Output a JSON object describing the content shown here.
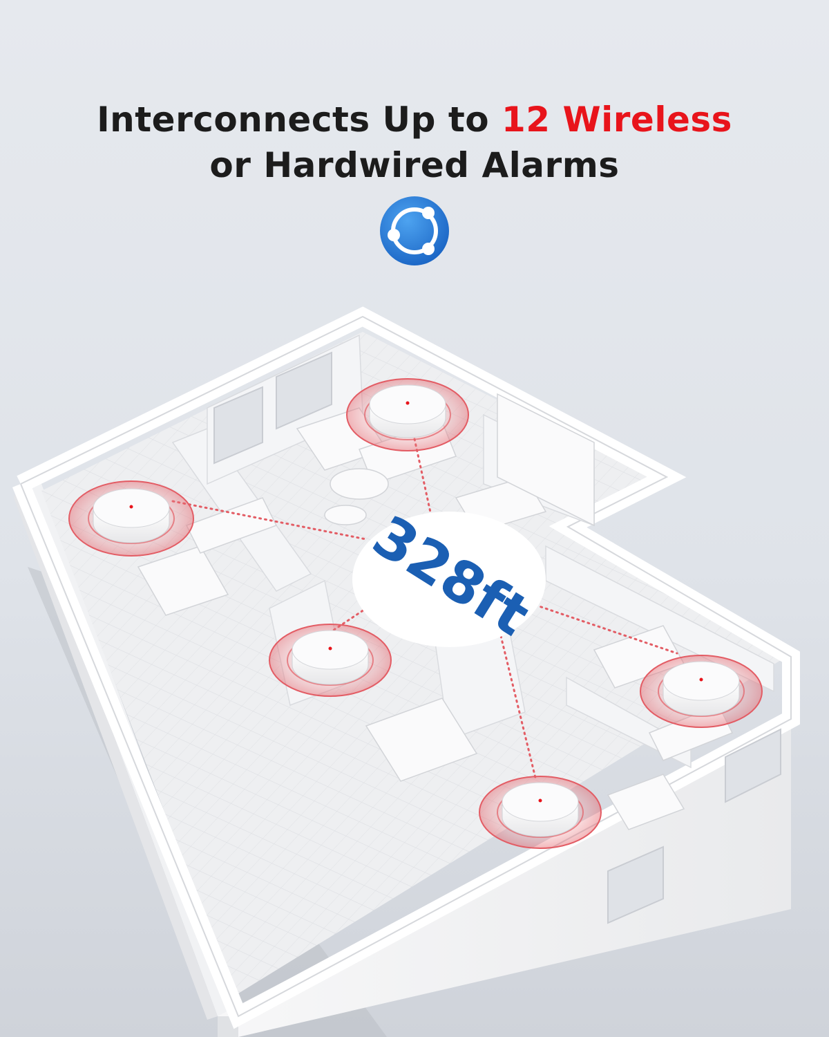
{
  "headline": {
    "part1": "Interconnects Up to ",
    "accent": "12 Wireless",
    "line2": "or Hardwired Alarms"
  },
  "range_label": "328ft",
  "icons": {
    "badge": "network-share-icon",
    "alarm": "smoke-alarm-icon"
  },
  "colors": {
    "accent": "#e8141b",
    "range_text": "#1b5fb3",
    "badge": "#2a7fd9",
    "signal": "#e35c64"
  },
  "alarms": [
    {
      "name": "alarm-living-room"
    },
    {
      "name": "alarm-left-room"
    },
    {
      "name": "alarm-hallway"
    },
    {
      "name": "alarm-right-room"
    },
    {
      "name": "alarm-bottom-room"
    }
  ]
}
